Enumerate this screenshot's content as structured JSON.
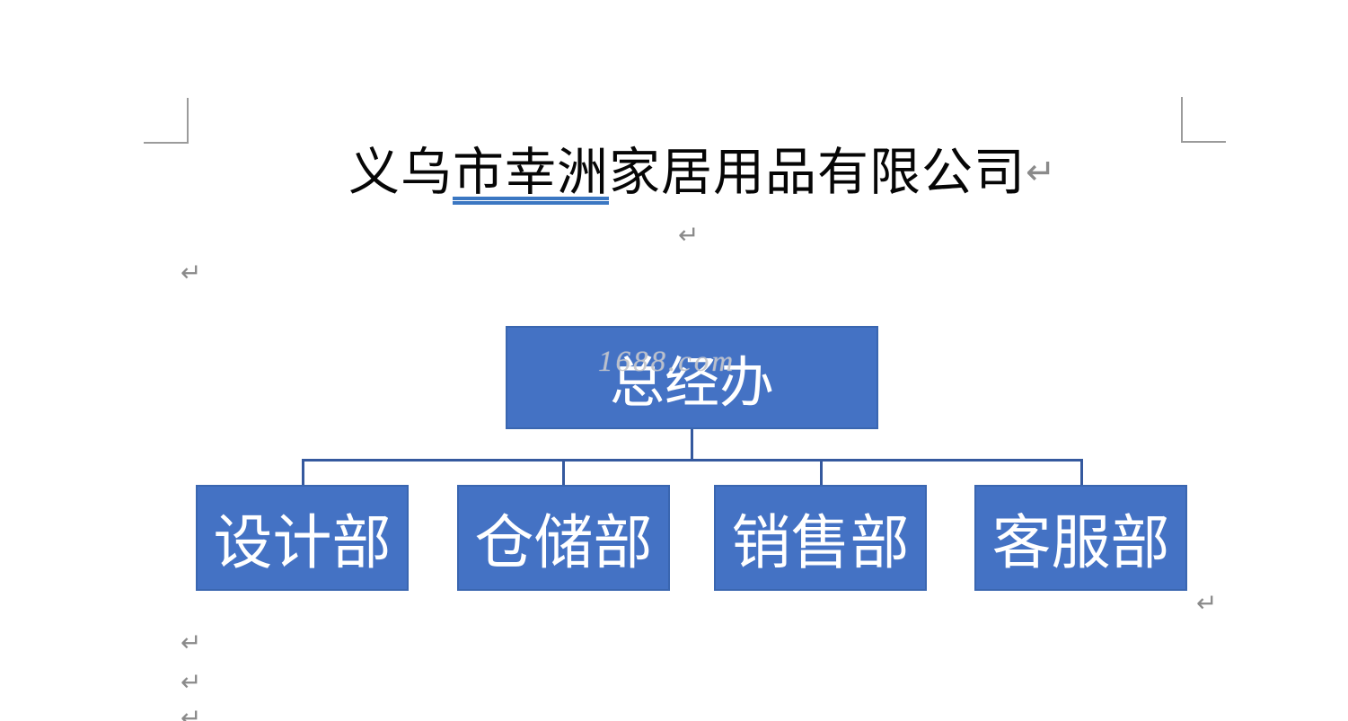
{
  "document": {
    "title": {
      "prefix": "义乌",
      "underlined": "市幸洲",
      "suffix": "家居用品有限公司"
    },
    "paragraph_mark": "↵"
  },
  "watermark": {
    "text": "1688.com"
  },
  "org_chart": {
    "root": {
      "label": "总经办"
    },
    "departments": [
      {
        "label": "设计部"
      },
      {
        "label": "仓储部"
      },
      {
        "label": "销售部"
      },
      {
        "label": "客服部"
      }
    ]
  },
  "colors": {
    "box_fill": "#4472C4",
    "box_border": "#3A66B0",
    "connector_line": "#35599E",
    "box_text": "#FFFFFF",
    "title_text": "#060606",
    "grammar_underline": "#3B77C2",
    "formatting_mark": "#8A8A8A",
    "crop_mark": "#9B9B9B"
  }
}
